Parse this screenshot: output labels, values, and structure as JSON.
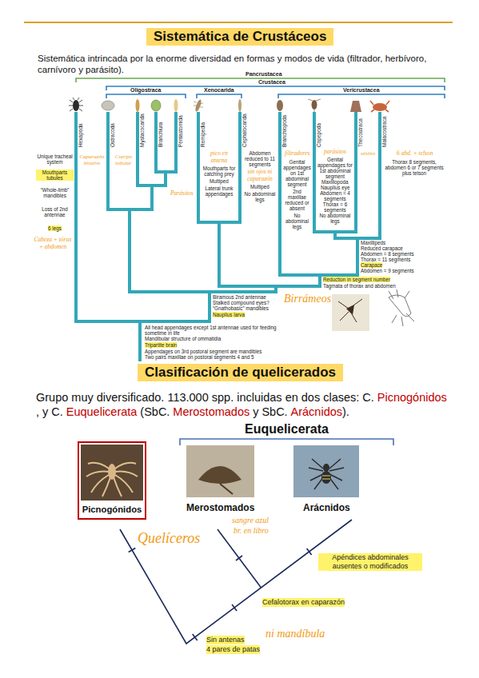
{
  "diagram": {
    "title": "Sistemática de Crustáceos",
    "nodes": [
      {
        "text": [
          "Clasificación de quelicerados"
        ]
      },
      {
        "text": [
          "Picnogónidos"
        ]
      }
    ],
    "labels": [
      "Sistemática intrincada por la enorme diversidad en formas y modos de vida (filtrador, herbívoro, carnívoro y parásito).",
      "Pancrustacea",
      "Crustacea",
      "Oligostraca",
      "Xenocarida",
      "Vericrustacea",
      "Hexapoda",
      "Ostracoda",
      "Mystacocarida",
      "Branchiura",
      "Pentastomida",
      "Remipedia",
      "Cephalocarida",
      "Branchiopoda",
      "Copepoda",
      "Thecostraca",
      "Malacostraca",
      "Unique tracheal system",
      "Mouthparts tubules",
      "“Whole-limb” mandibles",
      "Loss of 2nd antennae",
      "6 legs",
      "Cabeza + tórax + abdomen",
      "Caparazón bivalvo",
      "Cuerpo tubular",
      "Parásitos",
      "pico en antena",
      "Mouthparts for catching prey",
      "Multiped",
      "Lateral trunk appendages",
      "Abdomen reduced to 11 segments",
      "sin ojos ni caparazón",
      "Multiped",
      "No abdominal legs",
      "filtradores",
      "Genital appendages on 1st abdominal segment",
      "2nd maxillae reduced or absent",
      "No abdominal legs",
      "parásitos",
      "Genital appendages for 1st abdominal segment",
      "Maxillopoda",
      "Nauplius eye",
      "Abdomen = 4 segments",
      "Thorax = 6 segments",
      "No abdominal legs",
      "sésiles",
      "6 abd. + telson",
      "Thorax 8 segments, abdomen 6 or 7 segments plus telson",
      "Maxillipeds",
      "Reduced carapace",
      "Abdomen = 8 segments",
      "Thorax = 11 segments",
      "Carapace",
      "Abdomen = 9 segments",
      "Reduction in segment number",
      "Tagmata of thorax and abdomen",
      "Biramous 2nd antennae",
      "Stalked compound eyes?",
      "“Gnathobasic” mandibles",
      "Nauplius larva",
      "Birrámeos",
      "All head appendages except 1st antennae used for feeding sometime in life",
      "Mandibular structure of ommatidia",
      "Tripartite brain",
      "Appendages on 3rd postoral segment are mandibles",
      "Two pairs maxillae on postoral segments 4 and 5",
      "Grupo muy diversificado. 113.000 spp. incluidas en dos clases: C.",
      "Picnogónidos",
      ", y C.",
      "Euquelicerata",
      "(SbC.",
      "Merostomados",
      "y SbC.",
      "Arácnidos",
      ").",
      "Euquelicerata",
      "Merostomados",
      "Arácnidos",
      "Quelíceros",
      "sangre azul",
      "br. en libro",
      "Apéndices abdominales ausentes o modificados",
      "Cefalotorax en caparazón",
      "Sin antenas",
      "4 pares de patas",
      "ni mandíbula"
    ]
  }
}
